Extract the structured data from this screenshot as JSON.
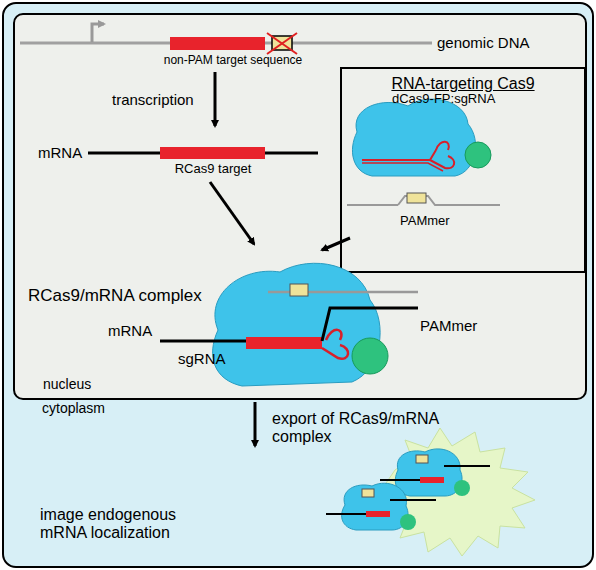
{
  "diagram": {
    "nodes": [
      {
        "text": [
          "cytoplasm"
        ]
      },
      {
        "text": [
          "nucleus"
        ],
        "in": 0
      },
      {
        "text": [
          "RNA-targeting Cas9"
        ],
        "in": 1
      }
    ],
    "labels": [
      "genomic DNA",
      "non-PAM target sequence",
      "transcription",
      "mRNA",
      "RCas9 target",
      "dCas9-FP:sgRNA",
      "PAMmer",
      "RCas9/mRNA complex",
      "PAMmer",
      "mRNA",
      "sgRNA",
      "export of RCas9/mRNA complex",
      "image endogenous mRNA localization"
    ]
  }
}
